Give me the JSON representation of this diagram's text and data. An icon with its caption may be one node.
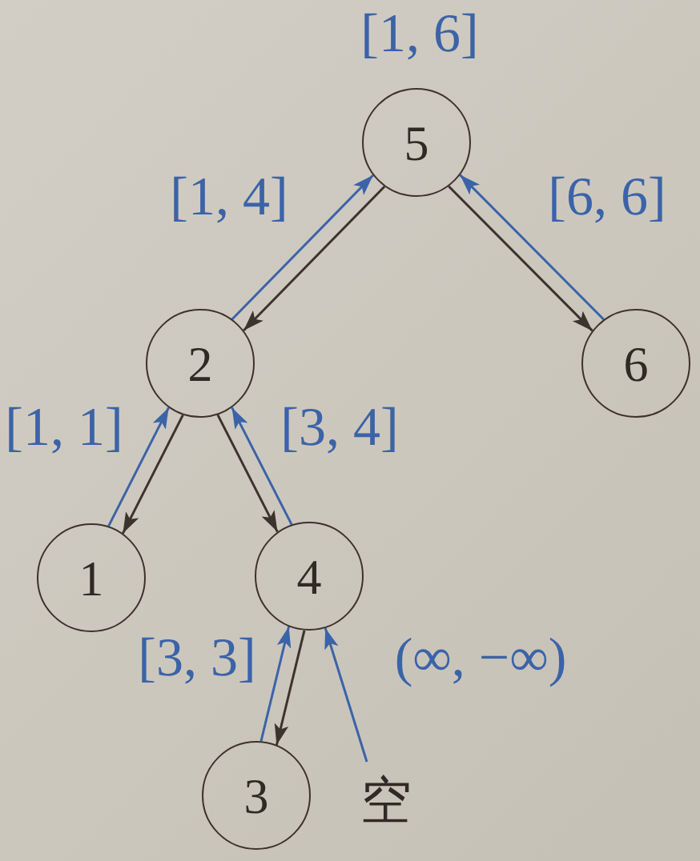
{
  "diagram": {
    "nodes": [
      {
        "text": [
          "5"
        ],
        "beside": [
          "[1, 6]"
        ]
      },
      {
        "text": [
          "2"
        ]
      },
      {
        "text": [
          "6"
        ]
      },
      {
        "text": [
          "1"
        ]
      },
      {
        "text": [
          "4"
        ]
      },
      {
        "text": [
          "3"
        ]
      },
      {
        "text": [
          "空"
        ]
      }
    ],
    "edges": [
      {
        "from": 0,
        "to": 1,
        "arrow": "to",
        "color": "#3b342d"
      },
      {
        "from": 1,
        "to": 0,
        "arrow": "to",
        "label": "[1, 4]"
      },
      {
        "from": 0,
        "to": 2,
        "arrow": "to",
        "color": "#3b342d"
      },
      {
        "from": 2,
        "to": 0,
        "arrow": "to",
        "label": "[6, 6]"
      },
      {
        "from": 1,
        "to": 3,
        "arrow": "to",
        "color": "#3b342d"
      },
      {
        "from": 3,
        "to": 1,
        "arrow": "to",
        "label": "[1, 1]"
      },
      {
        "from": 1,
        "to": 4,
        "arrow": "to",
        "color": "#3b342d"
      },
      {
        "from": 4,
        "to": 1,
        "arrow": "to",
        "label": "[3, 4]"
      },
      {
        "from": 4,
        "to": 5,
        "arrow": "to",
        "color": "#3b342d"
      },
      {
        "from": 5,
        "to": 4,
        "arrow": "to",
        "label": "[3, 3]"
      },
      {
        "from": 6,
        "to": 4,
        "arrow": "to",
        "label": "(∞, −∞)"
      }
    ]
  }
}
